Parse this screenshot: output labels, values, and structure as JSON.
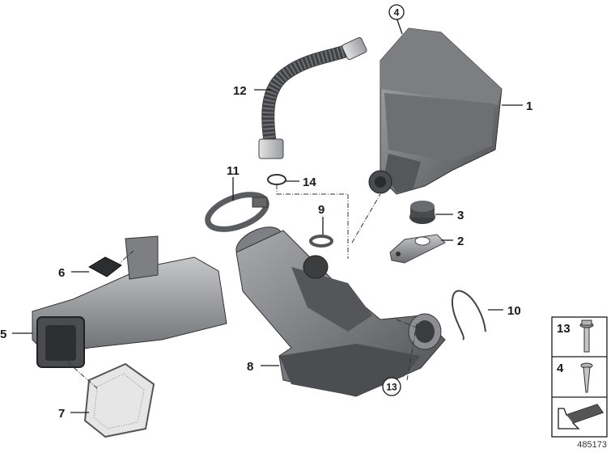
{
  "callouts": {
    "c1": "1",
    "c2": "2",
    "c3": "3",
    "c4": "4",
    "c5": "5",
    "c6": "6",
    "c7": "7",
    "c8": "8",
    "c9": "9",
    "c10": "10",
    "c11": "11",
    "c12": "12",
    "c13": "13",
    "c14": "14",
    "c4_circle": "4",
    "c13_circle": "13"
  },
  "legend": {
    "item13": "13",
    "item4": "4"
  },
  "doc_number": "485173",
  "colors": {
    "part_dark": "#5f6164",
    "part_mid": "#8a8c8f",
    "part_light": "#c9cacc",
    "line": "#1a1a1a"
  }
}
